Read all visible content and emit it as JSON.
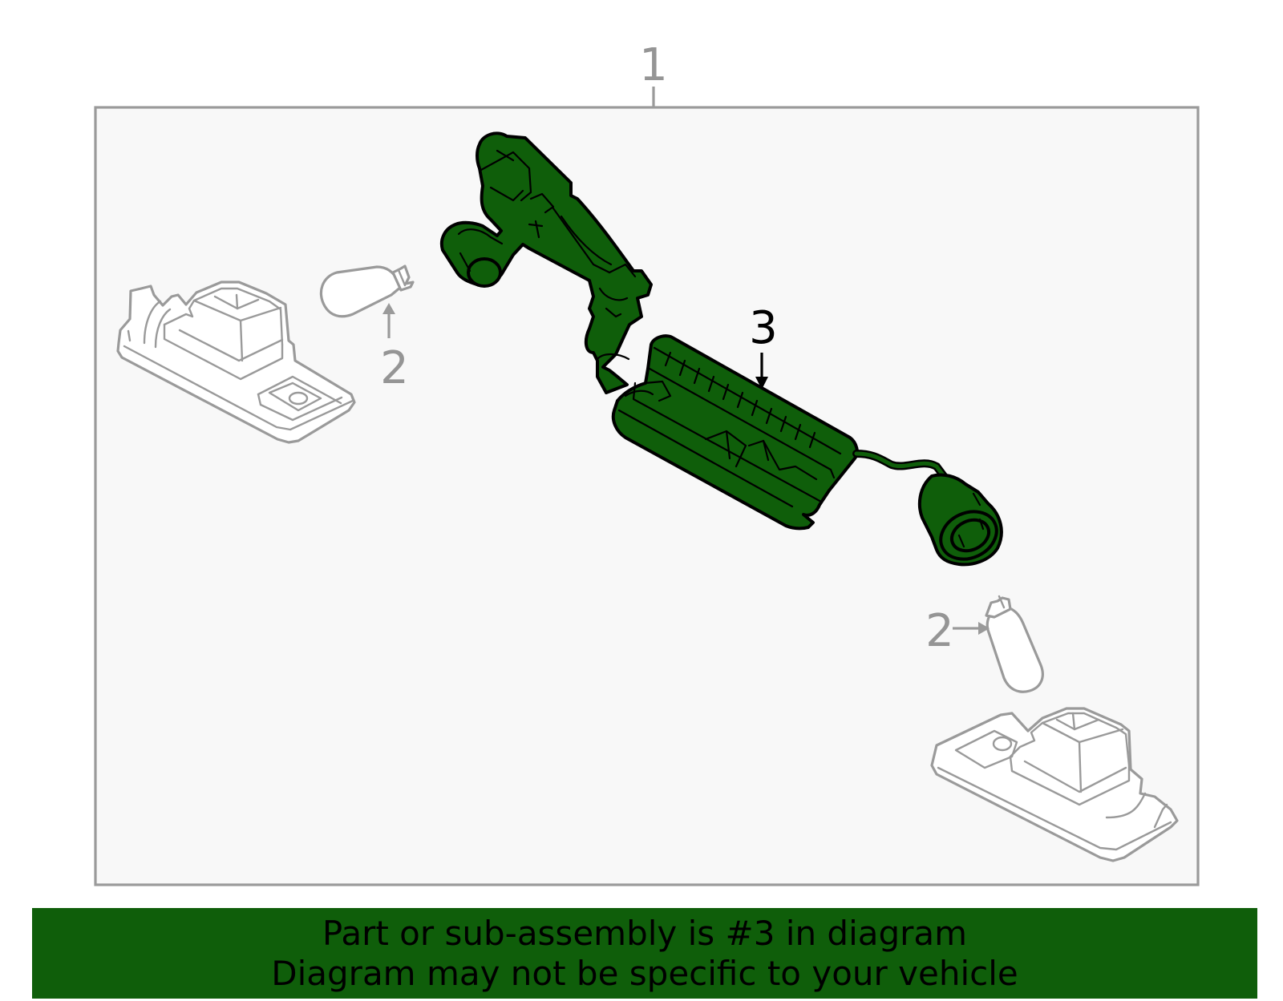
{
  "diagram": {
    "callouts": {
      "assembly": "1",
      "bulb_left": "2",
      "bulb_right": "2",
      "highlighted_part": "3"
    }
  },
  "banner": {
    "line1": "Part or sub-assembly is #3 in diagram",
    "line2": "Diagram may not be specific to your vehicle"
  },
  "colors": {
    "highlight_green": "#0f5e0a",
    "banner_green": "#0f5e0a",
    "frame_gray": "#9a9a9a",
    "panel_fill": "#f8f8f8"
  },
  "icons": [
    "license-lamp-housing-icon",
    "bulb-icon",
    "wiring-harness-icon"
  ]
}
